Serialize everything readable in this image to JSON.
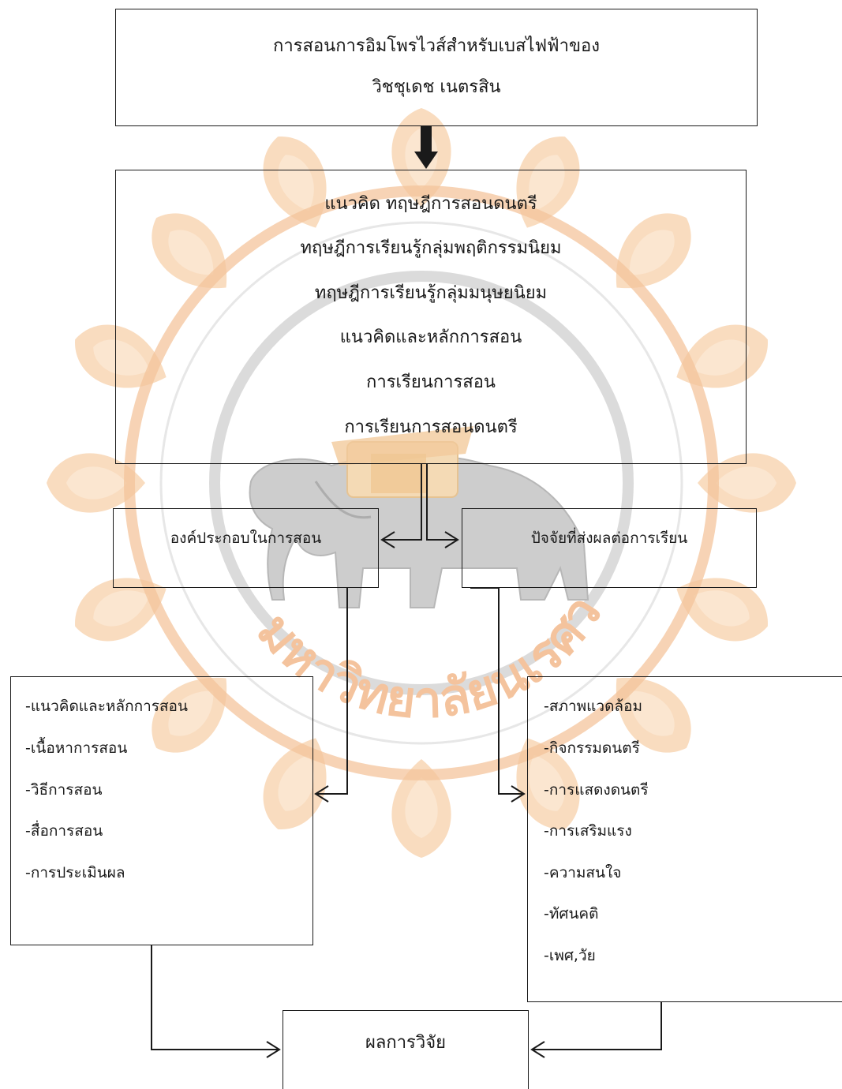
{
  "box_topic": {
    "lines": [
      "การสอนการอิมโพรไวส์สำหรับเบสไฟฟ้าของ",
      "วิชชุเดช เนตรสิน"
    ]
  },
  "box_concepts": {
    "lines": [
      "แนวคิด ทฤษฎีการสอนดนตรี",
      "ทฤษฎีการเรียนรู้กลุ่มพฤติกรรมนิยม",
      "ทฤษฎีการเรียนรู้กลุ่มมนุษยนิยม",
      "แนวคิดและหลักการสอน",
      "การเรียนการสอน",
      "การเรียนการสอนดนตรี"
    ]
  },
  "box_components": {
    "label": "องค์ประกอบในการสอน"
  },
  "box_factors": {
    "label": "ปัจจัยที่ส่งผลต่อการเรียน"
  },
  "components_list": {
    "items": [
      "-แนวคิดและหลักการสอน",
      "-เนื้อหาการสอน",
      "-วิธีการสอน",
      "-สื่อการสอน",
      "-การประเมินผล"
    ]
  },
  "factors_list": {
    "items": [
      "-สภาพแวดล้อม",
      "-กิจกรรมดนตรี",
      "-การแสดงดนตรี",
      "-การเสริมแรง",
      "-ความสนใจ",
      "-ทัศนคติ",
      "-เพศ,วัย"
    ]
  },
  "box_result": {
    "label": "ผลการวิจัย"
  },
  "watermark": {
    "description_icon": "university-seal-elephant-icon",
    "colors": {
      "petal": "#f6c79a",
      "petal_inner": "#fbe2c8",
      "ring": "#d9d9d9",
      "elephant": "#bdbdbd",
      "gold": "#e8b673"
    },
    "text": "มหาวิทยาลัยนเรศวร"
  },
  "colors": {
    "line": "#1a1a1a",
    "arrow_fill": "#1a1a1a",
    "bg": "#ffffff"
  }
}
